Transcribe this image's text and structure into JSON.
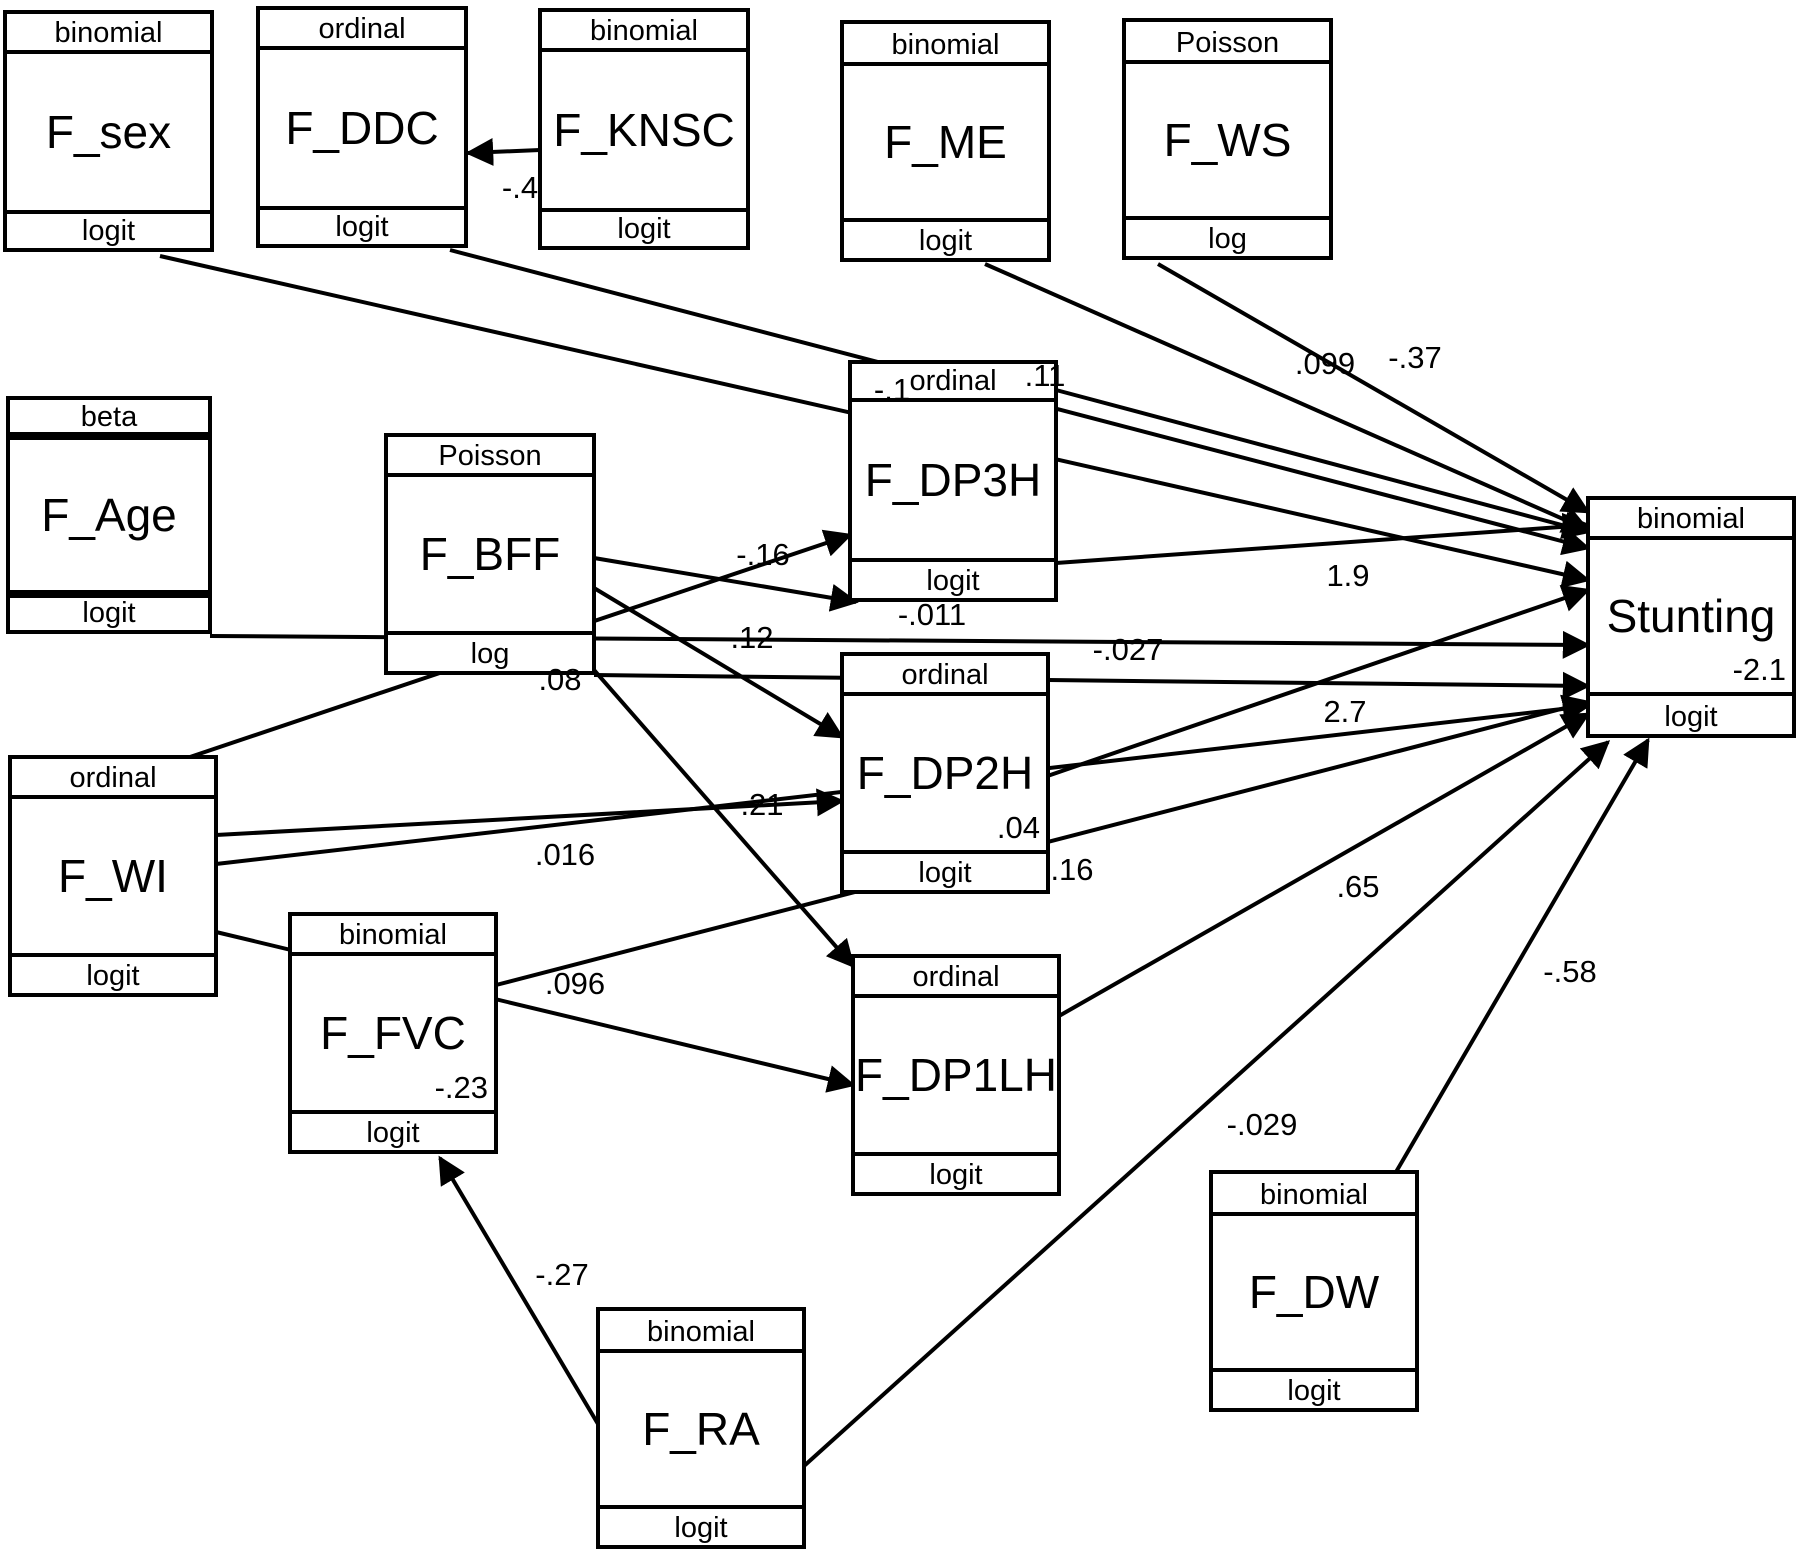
{
  "nodes": [
    {
      "id": "F_sex",
      "name": "F_sex",
      "family": "binomial",
      "link": "logit",
      "intercept": ""
    },
    {
      "id": "F_DDC",
      "name": "F_DDC",
      "family": "ordinal",
      "link": "logit",
      "intercept": ""
    },
    {
      "id": "F_KNSC",
      "name": "F_KNSC",
      "family": "binomial",
      "link": "logit",
      "intercept": ""
    },
    {
      "id": "F_ME",
      "name": "F_ME",
      "family": "binomial",
      "link": "logit",
      "intercept": ""
    },
    {
      "id": "F_WS",
      "name": "F_WS",
      "family": "Poisson",
      "link": "log",
      "intercept": ""
    },
    {
      "id": "F_Age",
      "name": "F_Age",
      "family": "beta",
      "link": "logit",
      "intercept": ""
    },
    {
      "id": "F_BFF",
      "name": "F_BFF",
      "family": "Poisson",
      "link": "log",
      "intercept": ""
    },
    {
      "id": "F_DP3H",
      "name": "F_DP3H",
      "family": "ordinal",
      "link": "logit",
      "intercept": ""
    },
    {
      "id": "Stunting",
      "name": "Stunting",
      "family": "binomial",
      "link": "logit",
      "intercept": "-2.1"
    },
    {
      "id": "F_DP2H",
      "name": "F_DP2H",
      "family": "ordinal",
      "link": "logit",
      "intercept": ".04"
    },
    {
      "id": "F_WI",
      "name": "F_WI",
      "family": "ordinal",
      "link": "logit",
      "intercept": ""
    },
    {
      "id": "F_FVC",
      "name": "F_FVC",
      "family": "binomial",
      "link": "logit",
      "intercept": "-.23"
    },
    {
      "id": "F_DP1LH",
      "name": "F_DP1LH",
      "family": "ordinal",
      "link": "logit",
      "intercept": ""
    },
    {
      "id": "F_DW",
      "name": "F_DW",
      "family": "binomial",
      "link": "logit",
      "intercept": ""
    },
    {
      "id": "F_RA",
      "name": "F_RA",
      "family": "binomial",
      "link": "logit",
      "intercept": ""
    }
  ],
  "edges": [
    {
      "from": "F_KNSC",
      "to": "F_DDC",
      "coefficient": "-.4"
    },
    {
      "from": "F_sex",
      "to": "Stunting",
      "coefficient": ""
    },
    {
      "from": "F_DDC",
      "to": "Stunting",
      "coefficient": "-.1"
    },
    {
      "from": "F_ME",
      "to": "Stunting",
      "coefficient": ".099"
    },
    {
      "from": "F_WS",
      "to": "Stunting",
      "coefficient": "-.37"
    },
    {
      "from": "F_DP3H",
      "to": "Stunting",
      "coefficient": ".11"
    },
    {
      "from": "F_BFF",
      "to": "F_DP3H",
      "coefficient": "-.011"
    },
    {
      "from": "F_WI",
      "to": "F_DP3H",
      "coefficient": "-.16"
    },
    {
      "from": "F_Age",
      "to": "Stunting",
      "coefficient": "-.027"
    },
    {
      "from": "F_BFF",
      "to": "Stunting",
      "coefficient": ".08"
    },
    {
      "from": "F_BFF",
      "to": "F_DP2H",
      "coefficient": ".12"
    },
    {
      "from": "F_BFF",
      "to": "F_DP1LH",
      "coefficient": ""
    },
    {
      "from": "F_WI",
      "to": "F_DP2H",
      "coefficient": ".21"
    },
    {
      "from": "F_WI",
      "to": "Stunting",
      "coefficient": ".016"
    },
    {
      "from": "F_WI",
      "to": "F_DP1LH",
      "coefficient": ".096"
    },
    {
      "from": "F_DP2H",
      "to": "Stunting",
      "coefficient": "1.9"
    },
    {
      "from": "F_FVC",
      "to": "Stunting",
      "coefficient": ".16"
    },
    {
      "from": "F_DP1LH",
      "to": "Stunting",
      "coefficient": ".65"
    },
    {
      "from": "F_RA",
      "to": "F_FVC",
      "coefficient": "-.27"
    },
    {
      "from": "F_RA",
      "to": "Stunting",
      "coefficient": "-.029"
    },
    {
      "from": "F_DW",
      "to": "Stunting",
      "coefficient": "-.58"
    },
    {
      "from": "F_DDC",
      "to": "F_DP3H",
      "coefficient": "2.7"
    }
  ]
}
